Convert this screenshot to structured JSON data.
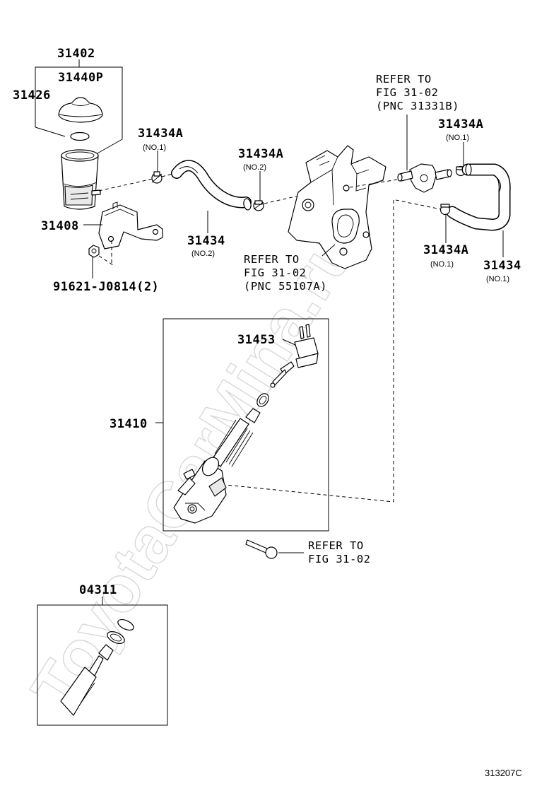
{
  "watermark": "ToyotaCarMina.ru",
  "figure_code": "313207C",
  "labels": {
    "p31402": "31402",
    "p31440p": "31440P",
    "p31426": "31426",
    "p31434a_top": "31434A",
    "p31434a_top_sub": "(NO.1)",
    "p31434a_mid": "31434A",
    "p31434a_mid_sub": "(NO.2)",
    "p31434a_right": "31434A",
    "p31434a_right_sub": "(NO.1)",
    "p31434a_lower": "31434A",
    "p31434a_lower_sub": "(NO.1)",
    "p31434_left": "31434",
    "p31434_left_sub": "(NO.2)",
    "p31434_right": "31434",
    "p31434_right_sub": "(NO.1)",
    "p31408": "31408",
    "p91621": "91621-J0814(2)",
    "p31453": "31453",
    "p31410": "31410",
    "p04311": "04311"
  },
  "references": {
    "ref1": [
      "REFER TO",
      "FIG 31-02",
      "(PNC 31331B)"
    ],
    "ref2": [
      "REFER TO",
      "FIG 31-02",
      "(PNC 55107A)"
    ],
    "ref3": [
      "REFER TO",
      "FIG 31-02"
    ]
  }
}
